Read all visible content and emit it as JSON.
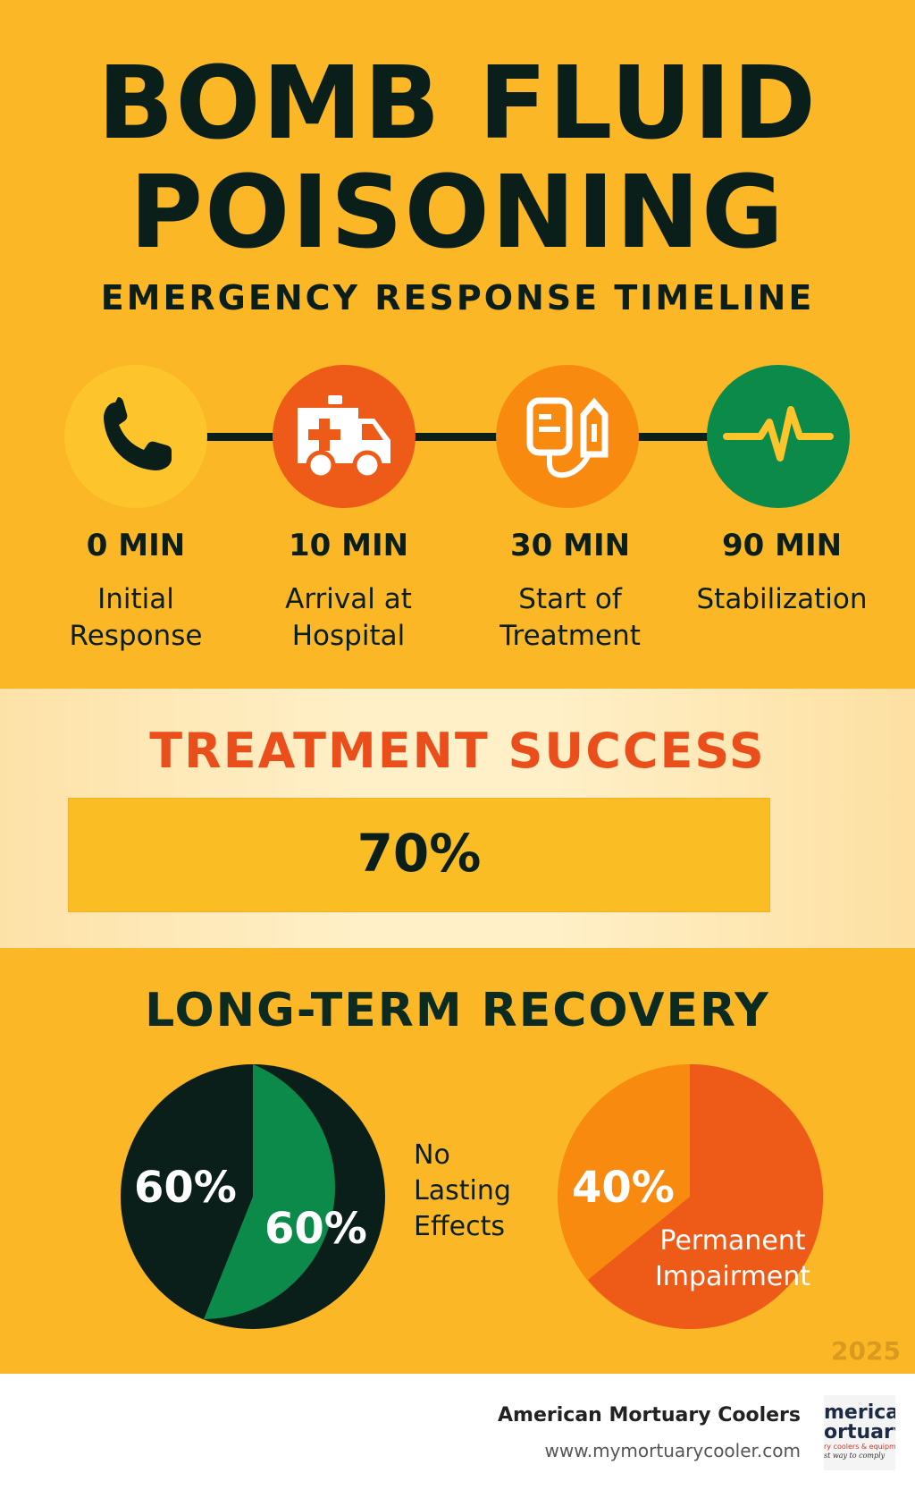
{
  "header": {
    "title_line1": "BOMB FLUID",
    "title_line2": "POISONING",
    "subtitle": "EMERGENCY RESPONSE TIMELINE"
  },
  "timeline": [
    {
      "time": "0 MIN",
      "label_line1": "Initial",
      "label_line2": "Response",
      "icon": "phone-icon",
      "color": "#fdc52b"
    },
    {
      "time": "10 MIN",
      "label_line1": "Arrival at",
      "label_line2": "Hospital",
      "icon": "ambulance-icon",
      "color": "#ee5a17"
    },
    {
      "time": "30 MIN",
      "label_line1": "Start of",
      "label_line2": "Treatment",
      "icon": "iv-bag-icon",
      "color": "#f98a10"
    },
    {
      "time": "90 MIN",
      "label_line1": "Stabilization",
      "label_line2": "",
      "icon": "heartbeat-icon",
      "color": "#0b8a4a"
    }
  ],
  "treatment": {
    "title": "TREATMENT SUCCESS",
    "value": "70%",
    "fill": 0.7
  },
  "recovery": {
    "title": "LONG-TERM RECOVERY",
    "left_pie": {
      "slices": [
        {
          "label": "60%",
          "color": "#0b1f1a"
        },
        {
          "label": "60%",
          "color": "#0b8a4a"
        }
      ],
      "legend_line1": "No",
      "legend_line2": "Lasting",
      "legend_line3": "Effects"
    },
    "right_pie": {
      "slices": [
        {
          "label": "40%",
          "color": "#f98a10"
        },
        {
          "label": "",
          "color": "#ee5a17"
        }
      ],
      "legend_line1": "Permanent",
      "legend_line2": "Impairment"
    }
  },
  "year": "2025",
  "footer": {
    "company": "American Mortuary Coolers",
    "website": "www.mymortuarycooler.com",
    "logo_line1": "merican",
    "logo_line2": "ortuary",
    "logo_line3": "ry coolers & equipment",
    "logo_line4": "st way to comply"
  }
}
